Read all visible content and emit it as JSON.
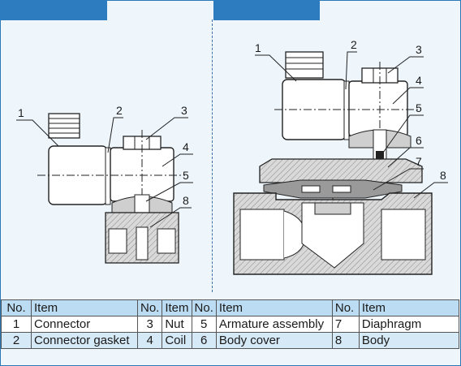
{
  "callouts": {
    "left": [
      "1",
      "2",
      "3",
      "4",
      "5",
      "8"
    ],
    "right": [
      "1",
      "2",
      "3",
      "4",
      "5",
      "6",
      "7",
      "8"
    ]
  },
  "table": {
    "headers": [
      "No.",
      "Item",
      "No.",
      "Item",
      "No.",
      "Item",
      "No.",
      "Item"
    ],
    "rows": [
      [
        "1",
        "Connector",
        "3",
        "Nut",
        "5",
        "Armature assembly",
        "7",
        "Diaphragm"
      ],
      [
        "2",
        "Connector gasket",
        "4",
        "Coil",
        "6",
        "Body cover",
        "8",
        "Body"
      ]
    ]
  },
  "colors": {
    "frame": "#2a78b6",
    "tab": "#2e7cc0",
    "panel": "#eef6fc",
    "header_row": "#bcdcf3",
    "alt_row": "#d6e9f7"
  }
}
